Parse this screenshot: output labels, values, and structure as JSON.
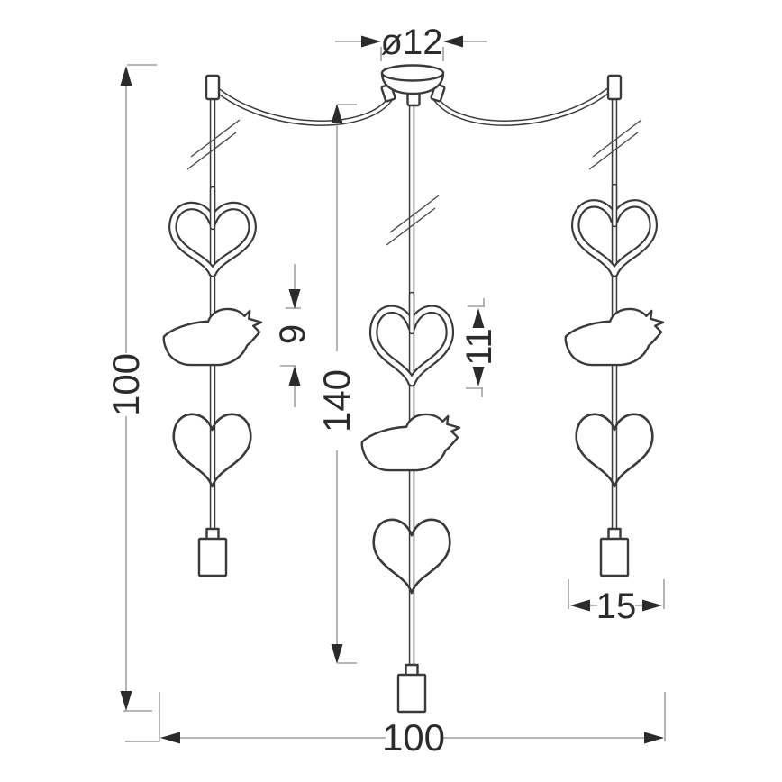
{
  "drawing": {
    "kind": "technical line drawing",
    "subject": "three-cord pendant lamp with open-heart, bird and heart decorative elements",
    "colors": {
      "background": "#ffffff",
      "outline": "#3a3a3a",
      "dimension_line": "#8c8c8c",
      "dimension_text": "#2b2b2b"
    }
  },
  "dimensions": {
    "canopy_diameter": "ø12",
    "side_drop_height": "100",
    "center_drop_height": "140",
    "bird_height": "9",
    "heart_height": "11",
    "heart_width": "15",
    "overall_width": "100"
  },
  "components": {
    "canopy": "ceiling canopy with three cord grips",
    "drops": [
      {
        "name": "left drop",
        "elements": [
          "cable break",
          "open-heart ring",
          "bird",
          "heart outline",
          "lamp socket"
        ]
      },
      {
        "name": "center drop",
        "elements": [
          "cable break",
          "open-heart ring",
          "bird",
          "heart outline",
          "lamp socket"
        ]
      },
      {
        "name": "right drop",
        "elements": [
          "cable break",
          "open-heart ring",
          "bird",
          "heart outline",
          "lamp socket"
        ]
      }
    ]
  }
}
